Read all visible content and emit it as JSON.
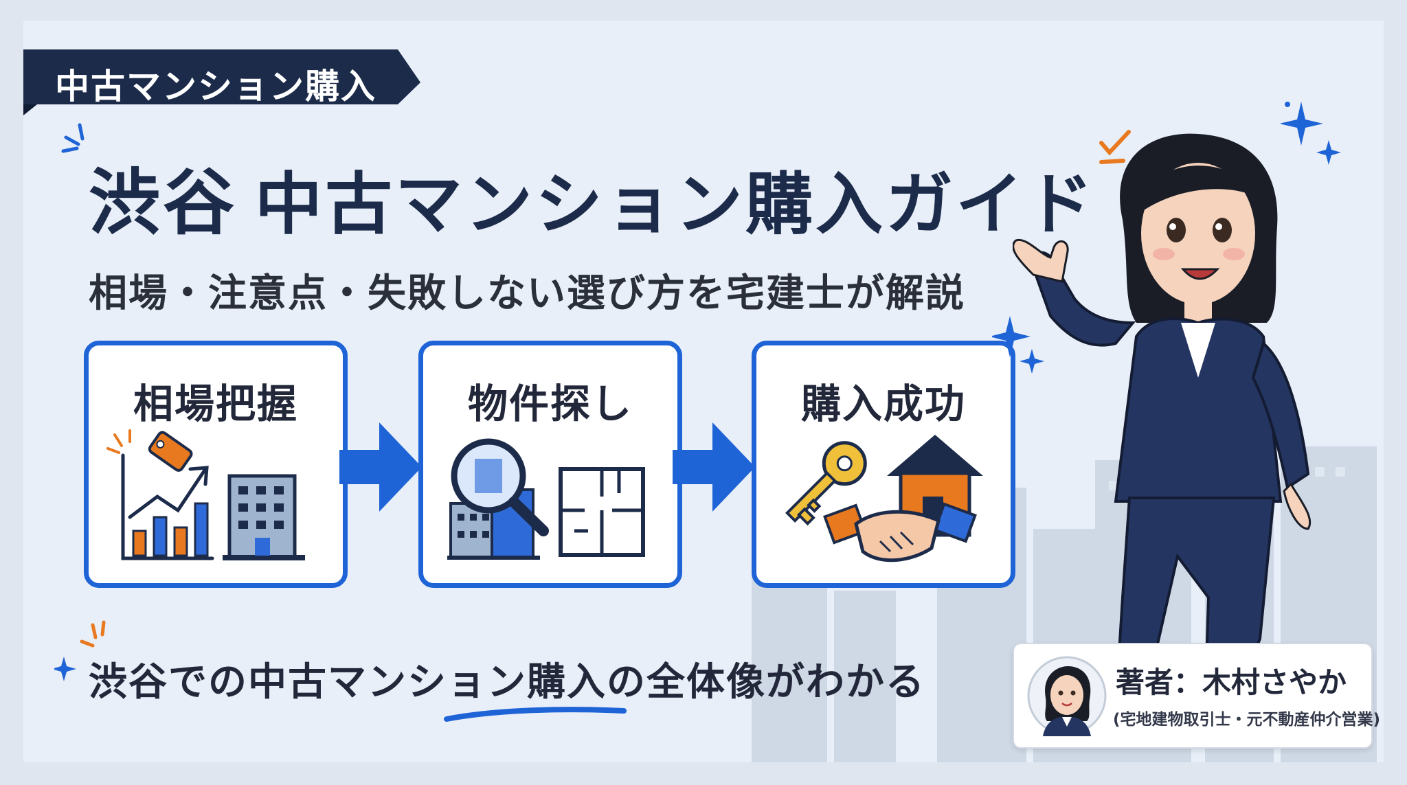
{
  "ribbon": {
    "label": "中古マンション購入"
  },
  "title": {
    "place": "渋谷",
    "main": "中古マンション購入ガイド"
  },
  "subtitle": "相場・注意点・失敗しない選び方を宅建士が解説",
  "steps": [
    {
      "label": "相場把握",
      "icon": "market-chart-building-icon"
    },
    {
      "label": "物件探し",
      "icon": "magnifier-floorplan-icon"
    },
    {
      "label": "購入成功",
      "icon": "key-handshake-house-icon"
    }
  ],
  "bottom_caption": "渋谷での中古マンション購入の全体像がわかる",
  "author": {
    "name": "著者：木村さやか",
    "credentials": "(宅地建物取引士・元不動産仲介営業)"
  },
  "colors": {
    "accent_blue": "#1f64d6",
    "navy": "#1c2b4a",
    "orange": "#e8791f",
    "background": "#e8eff8"
  }
}
